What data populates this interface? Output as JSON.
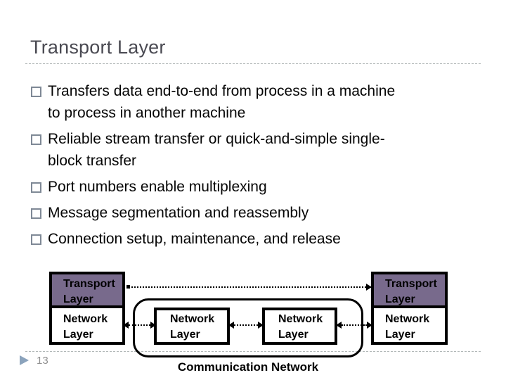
{
  "slide": {
    "title": "Transport Layer",
    "page_number": "13"
  },
  "bullets": [
    {
      "lines": [
        "Transfers data end-to-end from process in a machine",
        "to process in another machine"
      ]
    },
    {
      "lines": [
        "Reliable stream transfer or quick-and-simple single-",
        "block transfer"
      ]
    },
    {
      "lines": [
        "Port numbers enable multiplexing"
      ]
    },
    {
      "lines": [
        "Message segmentation and reassembly"
      ]
    },
    {
      "lines": [
        "Connection setup, maintenance, and release"
      ]
    }
  ],
  "diagram": {
    "left_host": {
      "transport_label": "Transport Layer",
      "network_label": "Network Layer"
    },
    "right_host": {
      "transport_label": "Transport Layer",
      "network_label": "Network Layer"
    },
    "network_nodes": [
      {
        "label": "Network Layer"
      },
      {
        "label": "Network Layer"
      }
    ],
    "communication_network_label": "Communication Network"
  },
  "colors": {
    "transport_box_fill": "#786a8c",
    "title_text": "#4a4a52",
    "divider_dash": "#b2b8b8",
    "bullet_marker_border": "#7f8996",
    "page_number_text": "#8f8f8f",
    "footer_triangle": "#8ba3bc"
  }
}
